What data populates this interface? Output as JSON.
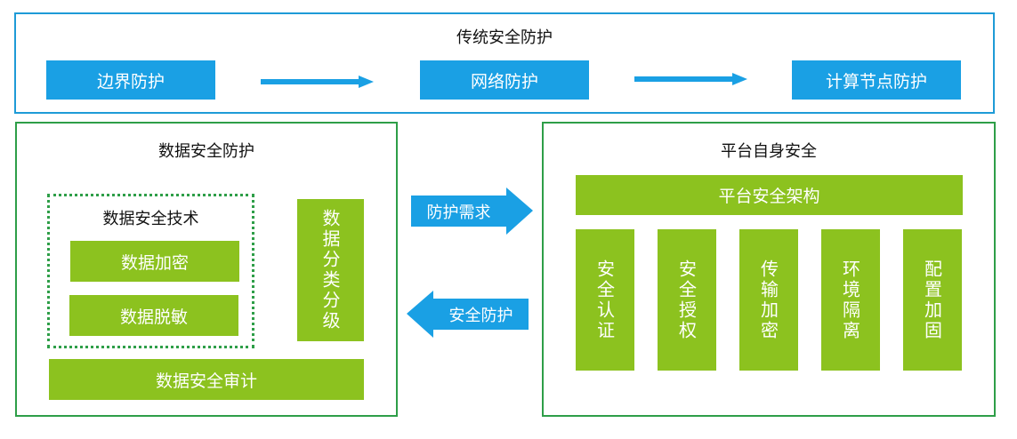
{
  "traditional": {
    "title": "传统安全防护",
    "steps": [
      "边界防护",
      "网络防护",
      "计算节点防护"
    ]
  },
  "data_security": {
    "title": "数据安全防护",
    "tech": {
      "title": "数据安全技术",
      "items": [
        "数据加密",
        "数据脱敏"
      ]
    },
    "classification": "数据分类分级",
    "audit": "数据安全审计"
  },
  "arrows": {
    "right_label": "防护需求",
    "left_label": "安全防护"
  },
  "platform": {
    "title": "平台自身安全",
    "architecture": "平台安全架构",
    "columns": [
      "安全认证",
      "安全授权",
      "传输加密",
      "环境隔离",
      "配置加固"
    ]
  },
  "colors": {
    "blue": "#1aa0e4",
    "green": "#8cc21f",
    "frame_green": "#2e9e48",
    "frame_blue": "#1e9bd7"
  }
}
